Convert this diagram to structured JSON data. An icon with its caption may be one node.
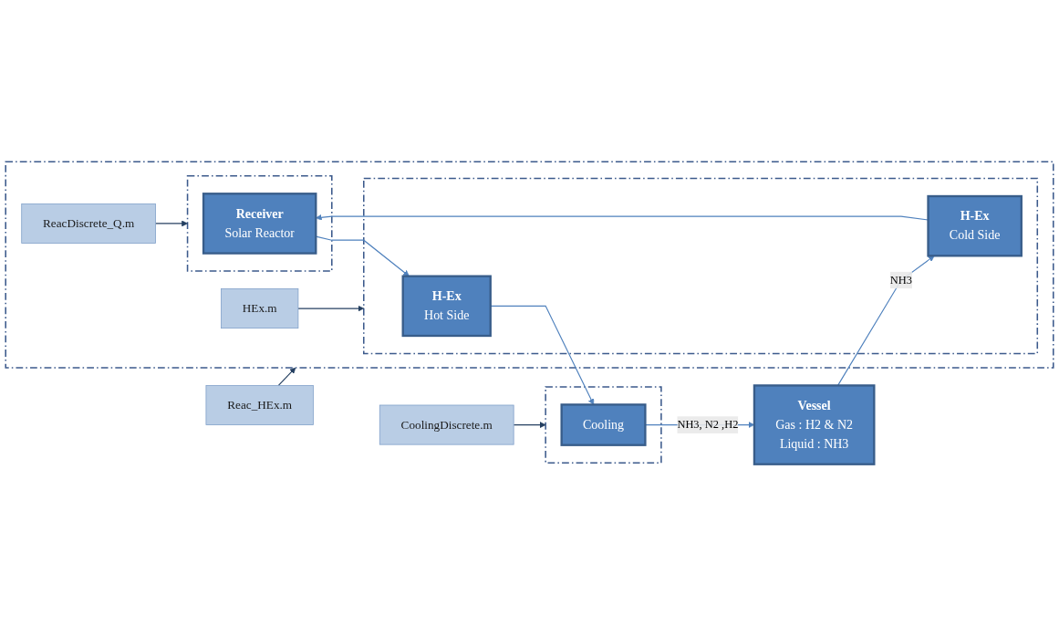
{
  "diagram": {
    "nodes": [
      {
        "text": [],
        "shape": "box"
      },
      {
        "text": [],
        "shape": "box",
        "in": 0
      },
      {
        "text": [
          "Receiver",
          "Solar Reactor"
        ],
        "in": 1
      },
      {
        "text": [],
        "shape": "box",
        "in": 0
      },
      {
        "text": [
          "H-Ex",
          "Hot Side"
        ],
        "in": 3
      },
      {
        "text": [
          "H-Ex",
          "Cold Side"
        ],
        "in": 3
      },
      {
        "text": [
          "ReacDiscrete_Q.m"
        ],
        "in": 0
      },
      {
        "text": [
          "HEx.m"
        ],
        "in": 0
      },
      {
        "text": [
          "Reac_HEx.m"
        ]
      },
      {
        "text": [
          "CoolingDiscrete.m"
        ]
      },
      {
        "text": [],
        "shape": "box"
      },
      {
        "text": [
          "Cooling"
        ],
        "in": 10
      },
      {
        "text": [
          "Vessel",
          "Gas : H2 & N2",
          "Liquid : NH3"
        ]
      }
    ],
    "edges": [
      {
        "from": 2,
        "to": 4,
        "arrow": "to"
      },
      {
        "from": 4,
        "to": 11,
        "arrow": "to"
      },
      {
        "from": 11,
        "to": 12,
        "arrow": "to",
        "label": "NH3, N2 ,H2"
      },
      {
        "from": 12,
        "to": 5,
        "arrow": "to",
        "label": "NH3"
      },
      {
        "from": 5,
        "to": 2,
        "arrow": "to"
      },
      {
        "from": 6,
        "to": 1,
        "arrow": "to",
        "color": "#243f60"
      },
      {
        "from": 7,
        "to": 3,
        "arrow": "to",
        "color": "#243f60"
      },
      {
        "from": 8,
        "to": 0,
        "arrow": "to",
        "color": "#243f60"
      },
      {
        "from": 9,
        "to": 10,
        "arrow": "to",
        "color": "#243f60"
      }
    ]
  }
}
